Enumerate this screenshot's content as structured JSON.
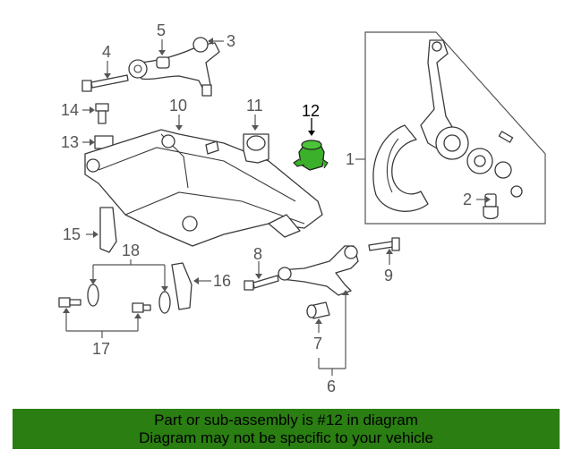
{
  "callouts": {
    "c1": "1",
    "c2": "2",
    "c3": "3",
    "c4": "4",
    "c5": "5",
    "c6": "6",
    "c7": "7",
    "c8": "8",
    "c9": "9",
    "c10": "10",
    "c11": "11",
    "c12": "12",
    "c13": "13",
    "c14": "14",
    "c15": "15",
    "c16": "16",
    "c17": "17",
    "c18": "18"
  },
  "banner": {
    "line1": "Part or sub-assembly is #12 in diagram",
    "line2": "Diagram may not be specific to your vehicle"
  },
  "colors": {
    "highlight_part": "#3bb02a",
    "banner_bg": "#2a7e12"
  }
}
